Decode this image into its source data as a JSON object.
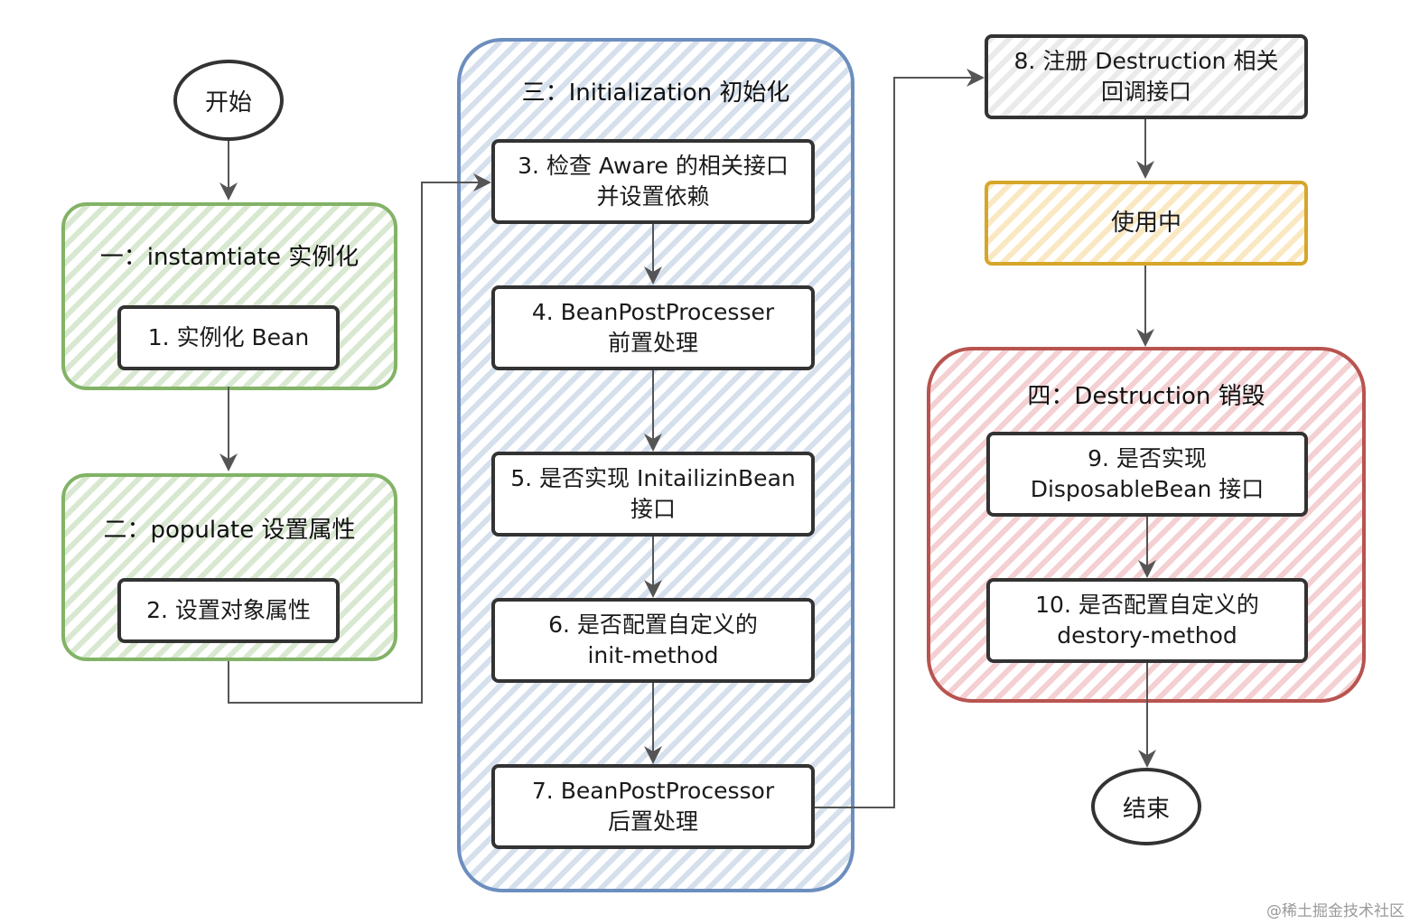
{
  "start": "开始",
  "end": "结束",
  "groups": {
    "instantiate": {
      "title": "一：instamtiate 实例化",
      "color": "#82b366"
    },
    "populate": {
      "title": "二：populate 设置属性",
      "color": "#82b366"
    },
    "initialization": {
      "title": "三：Initialization 初始化",
      "color": "#6c8ebf"
    },
    "destruction": {
      "title": "四：Destruction 销毁",
      "color": "#b85450"
    }
  },
  "steps": {
    "s1": "1. 实例化 Bean",
    "s2": "2. 设置对象属性",
    "s3": "3. 检查 Aware 的相关接口\n并设置依赖",
    "s4": "4. BeanPostProcesser\n前置处理",
    "s5": "5. 是否实现 InitailizinBean\n接口",
    "s6": "6. 是否配置自定义的\ninit-method",
    "s7": "7. BeanPostProcessor\n后置处理",
    "s8": "8. 注册 Destruction 相关\n回调接口",
    "in_use": "使用中",
    "s9": "9. 是否实现\nDisposableBean 接口",
    "s10": "10. 是否配置自定义的\ndestory-method"
  },
  "colors": {
    "in_use_border": "#d6a629",
    "box_border": "#333333",
    "connector": "#555555"
  },
  "watermark": "@稀土掘金技术社区"
}
